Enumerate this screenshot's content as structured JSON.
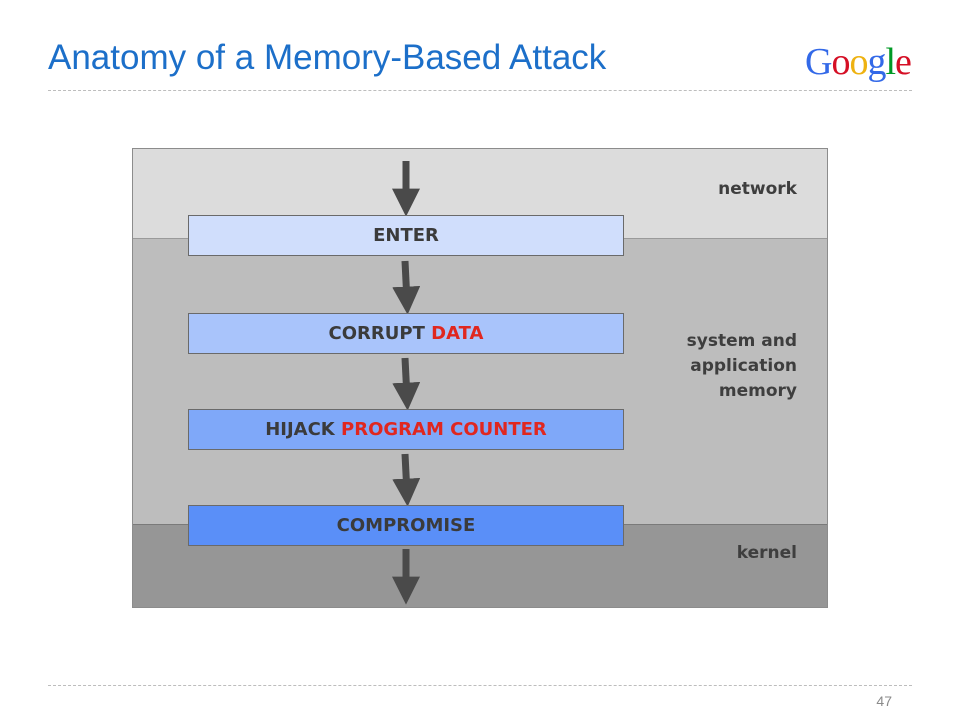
{
  "slide": {
    "title": "Anatomy of a Memory-Based Attack",
    "page_number": "47",
    "logo": {
      "text": "Google",
      "letters": [
        {
          "char": "G",
          "color": "#3369e8"
        },
        {
          "char": "o",
          "color": "#d50f25"
        },
        {
          "char": "o",
          "color": "#eeb211"
        },
        {
          "char": "g",
          "color": "#3369e8"
        },
        {
          "char": "l",
          "color": "#009925"
        },
        {
          "char": "e",
          "color": "#d50f25"
        }
      ]
    }
  },
  "diagram": {
    "layers": [
      {
        "label": "network",
        "color": "#dcdcdc"
      },
      {
        "label": "system and application memory",
        "color": "#bdbdbd"
      },
      {
        "label": "kernel",
        "color": "#969696"
      }
    ],
    "steps": [
      {
        "label": "ENTER",
        "highlight": ""
      },
      {
        "label": "CORRUPT",
        "highlight": "DATA"
      },
      {
        "label": "HIJACK",
        "highlight": "PROGRAM COUNTER"
      },
      {
        "label": "COMPROMISE",
        "highlight": ""
      }
    ],
    "highlight_color": "#e0271f",
    "arrow_color": "#4a4a4a"
  }
}
